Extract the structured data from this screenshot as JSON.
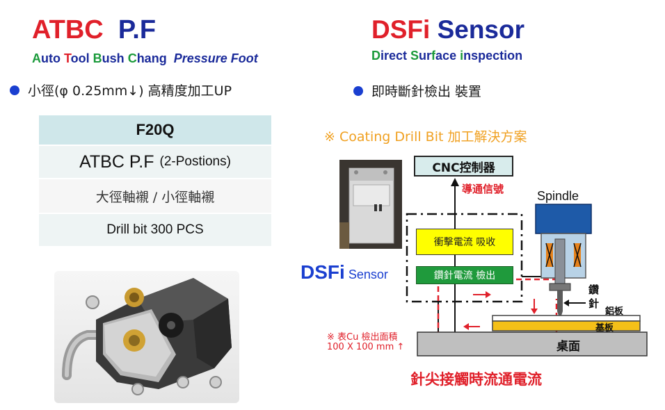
{
  "left": {
    "title": {
      "part1": "ATBC",
      "part2": "P.F"
    },
    "subtitle": {
      "w1_first": "A",
      "w1_rest": "uto ",
      "w2_first": "T",
      "w2_rest": "ool ",
      "w3_first": "B",
      "w3_rest": "ush ",
      "w4_first": "C",
      "w4_rest": "hang",
      "w5": "Pressure Foot"
    },
    "bullet": "小徑(φ 0.25mm↓) 高精度加工UP",
    "table": {
      "header": "F20Q",
      "row1_main": "ATBC P.F",
      "row1_small": "(2-Postions)",
      "row2": "大徑軸襯 / 小徑軸襯",
      "row3": "Drill bit 300 PCS"
    }
  },
  "right": {
    "title": {
      "part1": "DSFi",
      "part2": "Sensor"
    },
    "subtitle": {
      "w1_first": "D",
      "w1_rest": "irect ",
      "w2_first": "S",
      "w2_mid": "ur",
      "w2_f": "f",
      "w2_rest": "ace ",
      "w3_first": "i",
      "w3_rest": "nspection"
    },
    "bullet": "即時斷針檢出 裝置",
    "coating_title": "※ Coating Drill Bit 加工解決方案",
    "diagram": {
      "cnc_label": "CNC控制器",
      "signal_label": "導通信號",
      "spindle_label": "Spindle",
      "absorb_label": "衝擊電流 吸收",
      "detect_label": "鑽針電流 檢出",
      "sensor_label_bold": "DSFi",
      "sensor_label_rest": "Sensor",
      "drill_label_1": "鑽",
      "drill_label_2": "針",
      "al_plate_label": "鋁板",
      "substrate_label": "基板",
      "table_label": "桌面",
      "note_line1": "※ 表Cu 檢出面積",
      "note_line2": "100 X 100 mm ↑",
      "caption": "針尖接觸時流通電流"
    }
  },
  "colors": {
    "red": "#e0202a",
    "navy": "#1a2a9a",
    "green": "#1a9a3a",
    "blue_letter": "#1a3fd0",
    "orange": "#f0a020",
    "teal_header": "#cfe7ea",
    "row_bg": "#eef4f4"
  }
}
